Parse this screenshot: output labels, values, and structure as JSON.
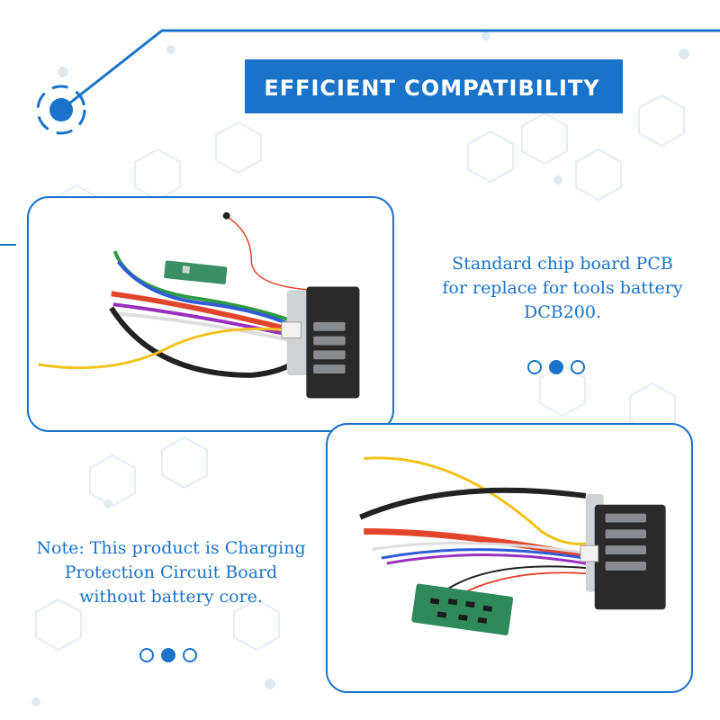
{
  "banner": {
    "title": "EFFICIENT COMPATIBILITY"
  },
  "caption_right": {
    "lines": [
      "Standard chip board PCB",
      "for replace for tools battery",
      "DCB200."
    ]
  },
  "caption_left": {
    "lines": [
      "Note: This product is Charging",
      "Protection Circuit Board",
      "without battery core."
    ]
  },
  "pager_right": {
    "active_index": 1,
    "count": 3
  },
  "pager_left": {
    "active_index": 1,
    "count": 3
  },
  "colors": {
    "accent": "#1a73c9",
    "light_blue": "#d6e6f5",
    "wire_red": "#e2452b",
    "wire_black": "#222222",
    "wire_yellow": "#f2c21b",
    "pcb_green": "#2f8a5b"
  }
}
